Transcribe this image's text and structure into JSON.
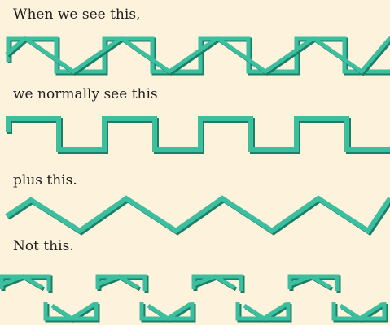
{
  "captions": {
    "first": "When we see this,",
    "second": "we normally see this",
    "third": "plus this.",
    "fourth": "Not this."
  },
  "colors": {
    "background": "#fdf2dc",
    "line": "#3bbf9f",
    "shadow": "#1b7e66",
    "text": "#1f1f1f"
  }
}
